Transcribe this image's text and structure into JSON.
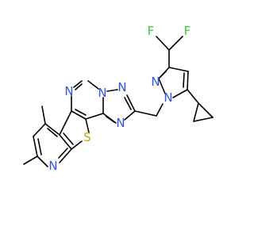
{
  "molecule": {
    "atoms": [
      {
        "label": "F",
        "color": "#33cc33"
      },
      {
        "label": "F",
        "color": "#33cc33"
      },
      {
        "label": "N",
        "color": "#3050f8"
      },
      {
        "label": "N",
        "color": "#3050f8"
      },
      {
        "label": "N",
        "color": "#3050f8"
      },
      {
        "label": "N",
        "color": "#3050f8"
      },
      {
        "label": "N",
        "color": "#3050f8"
      },
      {
        "label": "N",
        "color": "#3050f8"
      },
      {
        "label": "N",
        "color": "#3050f8"
      },
      {
        "label": "S",
        "color": "#c8a800"
      }
    ],
    "colors": {
      "bond": "#000000",
      "background": "#ffffff"
    }
  }
}
